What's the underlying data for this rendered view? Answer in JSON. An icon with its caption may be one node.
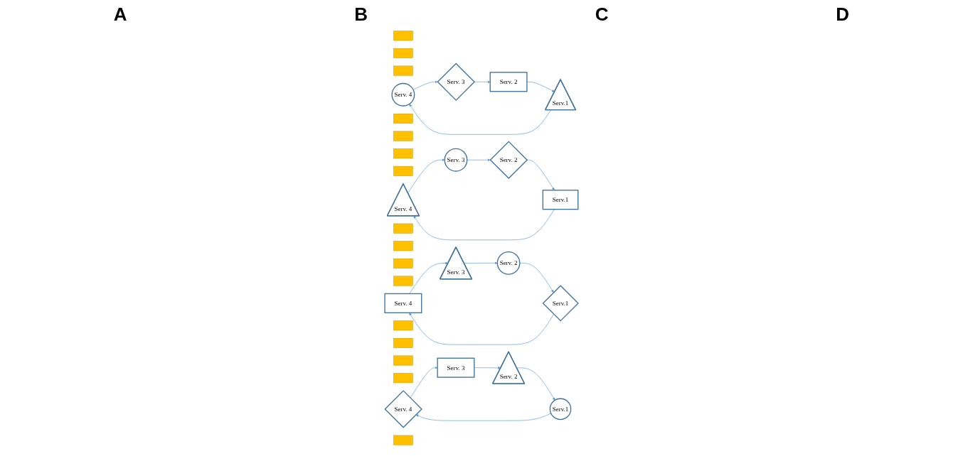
{
  "diagram": {
    "nodes": [
      {
        "text": [],
        "shape": "bar"
      },
      {
        "text": [],
        "shape": "bar"
      },
      {
        "text": [],
        "shape": "bar"
      },
      {
        "text": [
          "Serv. 4"
        ]
      },
      {
        "text": [],
        "shape": "bar"
      },
      {
        "text": [
          "Serv. 3"
        ]
      },
      {
        "text": [
          "Serv. 2"
        ]
      },
      {
        "text": [
          "Serv.1"
        ]
      },
      {
        "text": [],
        "shape": "bar"
      },
      {
        "text": [],
        "shape": "bar"
      },
      {
        "text": [],
        "shape": "bar"
      },
      {
        "text": [
          "Serv. 4"
        ]
      },
      {
        "text": [],
        "shape": "bar"
      },
      {
        "text": [
          "Serv. 3"
        ]
      },
      {
        "text": [
          "Serv. 2"
        ]
      },
      {
        "text": [
          "Serv.1"
        ]
      },
      {
        "text": [],
        "shape": "bar"
      },
      {
        "text": [],
        "shape": "bar"
      },
      {
        "text": [],
        "shape": "bar"
      },
      {
        "text": [
          "Serv. 4"
        ]
      },
      {
        "text": [],
        "shape": "bar"
      },
      {
        "text": [
          "Serv. 3"
        ]
      },
      {
        "text": [
          "Serv. 2"
        ]
      },
      {
        "text": [
          "Serv.1"
        ]
      },
      {
        "text": [],
        "shape": "bar"
      },
      {
        "text": [],
        "shape": "bar"
      },
      {
        "text": [],
        "shape": "bar"
      },
      {
        "text": [
          "Serv. 4"
        ]
      },
      {
        "text": [],
        "shape": "bar"
      },
      {
        "text": [
          "Serv. 3"
        ]
      },
      {
        "text": [
          "Serv. 2"
        ]
      },
      {
        "text": [
          "Serv.1"
        ]
      }
    ],
    "edges": [
      {
        "from": 3,
        "to": 5,
        "arrow": "to"
      },
      {
        "from": 5,
        "to": 6,
        "arrow": "to"
      },
      {
        "from": 6,
        "to": 7,
        "arrow": "to"
      },
      {
        "from": 7,
        "to": 3,
        "arrow": "to"
      },
      {
        "from": 11,
        "to": 13,
        "arrow": "to"
      },
      {
        "from": 13,
        "to": 14,
        "arrow": "to"
      },
      {
        "from": 14,
        "to": 15,
        "arrow": "to"
      },
      {
        "from": 15,
        "to": 11,
        "arrow": "to"
      },
      {
        "from": 19,
        "to": 21,
        "arrow": "to"
      },
      {
        "from": 21,
        "to": 22,
        "arrow": "to"
      },
      {
        "from": 22,
        "to": 23,
        "arrow": "to"
      },
      {
        "from": 23,
        "to": 19,
        "arrow": "to"
      },
      {
        "from": 27,
        "to": 29,
        "arrow": "to"
      },
      {
        "from": 29,
        "to": 30,
        "arrow": "to"
      },
      {
        "from": 30,
        "to": 31,
        "arrow": "to"
      },
      {
        "from": 31,
        "to": 27,
        "arrow": "to"
      }
    ],
    "labels": [
      "A",
      "B",
      "C",
      "D"
    ]
  }
}
